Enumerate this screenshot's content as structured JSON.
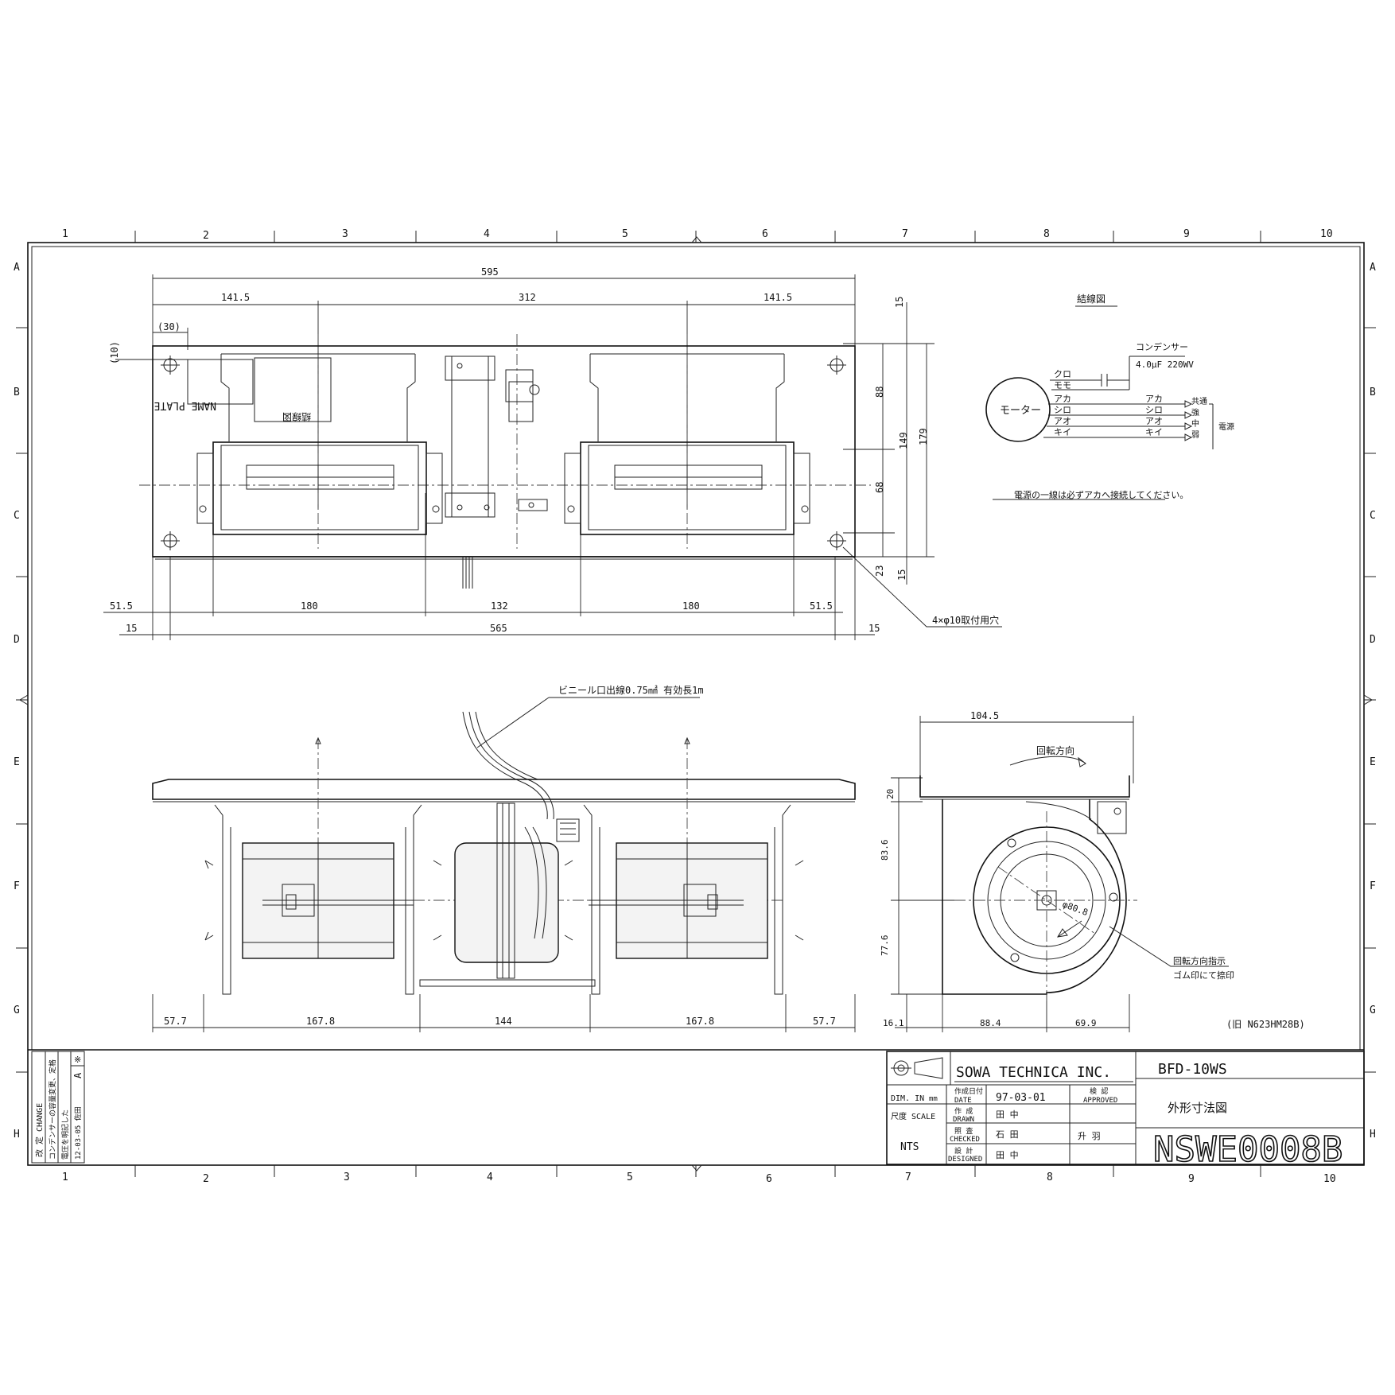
{
  "border": {
    "cols": [
      "1",
      "2",
      "3",
      "4",
      "5",
      "6",
      "7",
      "8",
      "9",
      "10"
    ],
    "rows": [
      "A",
      "B",
      "C",
      "D",
      "E",
      "F",
      "G",
      "H"
    ]
  },
  "top_view": {
    "dims": {
      "overall": "595",
      "side_left": "141.5",
      "center": "312",
      "side_right": "141.5",
      "offset_30": "(30)",
      "offset_10": "(10)",
      "r15_top": "15",
      "r88": "88",
      "r149": "149",
      "r179": "179",
      "r68": "68",
      "r23": "23",
      "r15_bottom": "15",
      "b51_left": "51.5",
      "b180_left": "180",
      "b132": "132",
      "b180_right": "180",
      "b51_right": "51.5",
      "b15_left": "15",
      "b565": "565",
      "b15_right": "15"
    },
    "name_plate": "NAME PLATE",
    "wiring_label_box": "結線図",
    "mount_hole_note": "4×φ10取付用穴"
  },
  "wiring": {
    "title": "結線図",
    "capacitor_label": "コンデンサー",
    "capacitor_value": "4.0μF 220WV",
    "motor": "モーター",
    "left_wires": [
      "クロ",
      "モモ",
      "アカ",
      "シロ",
      "アオ",
      "キイ"
    ],
    "right_wires": [
      "アカ",
      "シロ",
      "アオ",
      "キイ"
    ],
    "terminals": [
      "共通",
      "強",
      "中",
      "弱"
    ],
    "power": "電源",
    "note": "電源の一線は必ずアカへ接続してください。"
  },
  "front_view": {
    "cable_note": "ビニール口出線0.75㎟ 有効長1m",
    "dims": {
      "d1": "57.7",
      "d2": "167.8",
      "d3": "144",
      "d4": "167.8",
      "d5": "57.7"
    }
  },
  "side_view": {
    "width_top": "104.5",
    "rotation": "回転方向",
    "h20": "20",
    "h83": "83.6",
    "h77": "77.6",
    "dia": "φ80.8",
    "note_line1": "回転方向指示",
    "note_line2": "ゴム印にて捺印",
    "w16": "16.1",
    "w88": "88.4",
    "w69": "69.9",
    "old_ref": "(旧 N623HM28B)"
  },
  "title_block": {
    "company": "SOWA TECHNICA INC.",
    "model": "BFD-10WS",
    "drawing_title": "外形寸法図",
    "drawing_number": "NSWE0008B",
    "dim_in": "DIM. IN",
    "dim_unit": "mm",
    "scale_label": "尺度 SCALE",
    "scale_value": "NTS",
    "date_label_jp": "作成日付",
    "date_label": "DATE",
    "date": "97-03-01",
    "drawn_jp": "作 成",
    "drawn": "DRAWN",
    "drawn_by": "田 中",
    "checked_jp": "照 査",
    "checked": "CHECKED",
    "checked_by": "石 田",
    "designed_jp": "設 計",
    "designed": "DESIGNED",
    "designed_by": "田 中",
    "approved_jp": "検 認",
    "approved": "APPROVED",
    "approved_by": "升 羽"
  },
  "revision": {
    "header": "改 定 CHANGE",
    "line1": "コンデンサーの容量変更、定格",
    "line2": "電圧を明記した",
    "date": "12-03-05 佐田",
    "mark": "A",
    "star": "※"
  }
}
